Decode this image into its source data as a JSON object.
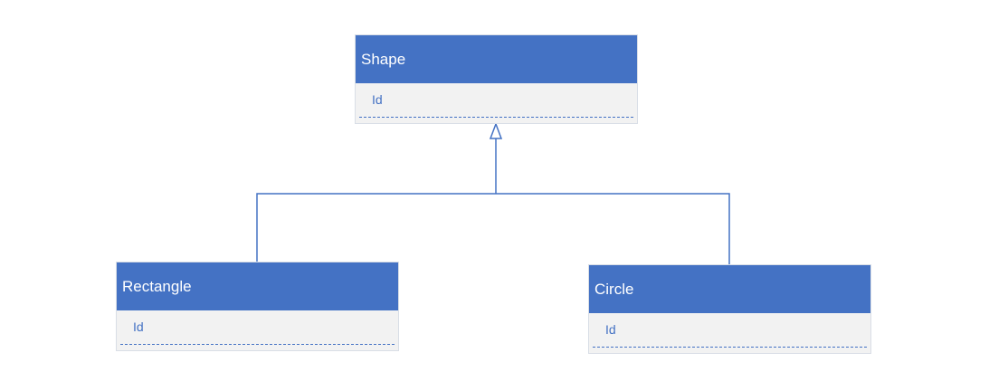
{
  "diagram": {
    "classes": {
      "shape": {
        "name": "Shape",
        "attribute": "Id"
      },
      "rectangle": {
        "name": "Rectangle",
        "attribute": "Id"
      },
      "circle": {
        "name": "Circle",
        "attribute": "Id"
      }
    },
    "relationship": "inheritance",
    "colors": {
      "header": "#4472c4",
      "body": "#f2f2f2",
      "line": "#4472c4",
      "header_text": "#ffffff"
    }
  }
}
